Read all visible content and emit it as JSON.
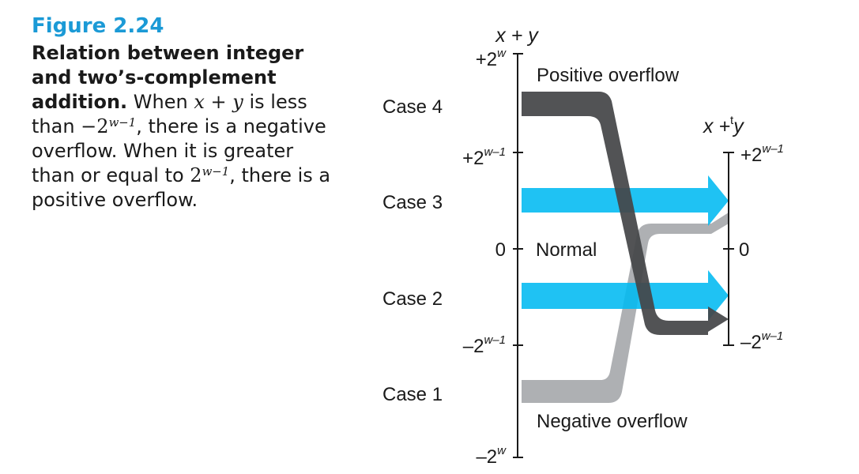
{
  "caption": {
    "figure_label": "Figure 2.24",
    "title": "Relation between integer and two’s-complement addition.",
    "t1": " When ",
    "m_x": "x",
    "m_plus": " + ",
    "m_y": "y",
    "t2": " is less than ",
    "m_neg": "−2",
    "m_sup1": "w−1",
    "t3": ", there is a negative overflow. When it is greater than or equal to ",
    "m_2": "2",
    "m_sup2": "w−1",
    "t4": ", there is a positive overflow."
  },
  "diagram": {
    "left_axis_label": "x + y",
    "right_axis_label_base": "x +",
    "right_axis_label_sup": "t",
    "right_axis_label_end": "y",
    "left_ticks": [
      {
        "base": "+2",
        "sup": "w"
      },
      {
        "base": "+2",
        "sup": "w–1"
      },
      {
        "base": "0",
        "sup": ""
      },
      {
        "base": "–2",
        "sup": "w–1"
      },
      {
        "base": "–2",
        "sup": "w"
      }
    ],
    "right_ticks": [
      {
        "base": "+2",
        "sup": "w–1"
      },
      {
        "base": "0",
        "sup": ""
      },
      {
        "base": "–2",
        "sup": "w–1"
      }
    ],
    "cases": [
      "Case 4",
      "Case 3",
      "Case 2",
      "Case 1"
    ],
    "region_labels": {
      "positive": "Positive overflow",
      "normal": "Normal",
      "negative": "Negative overflow"
    },
    "colors": {
      "case4": "#4a4b4d",
      "case1": "#a7a9ac",
      "normal": "#00b9f1",
      "axis": "#1a1a1a",
      "figure_label": "#1b9ad6"
    }
  }
}
